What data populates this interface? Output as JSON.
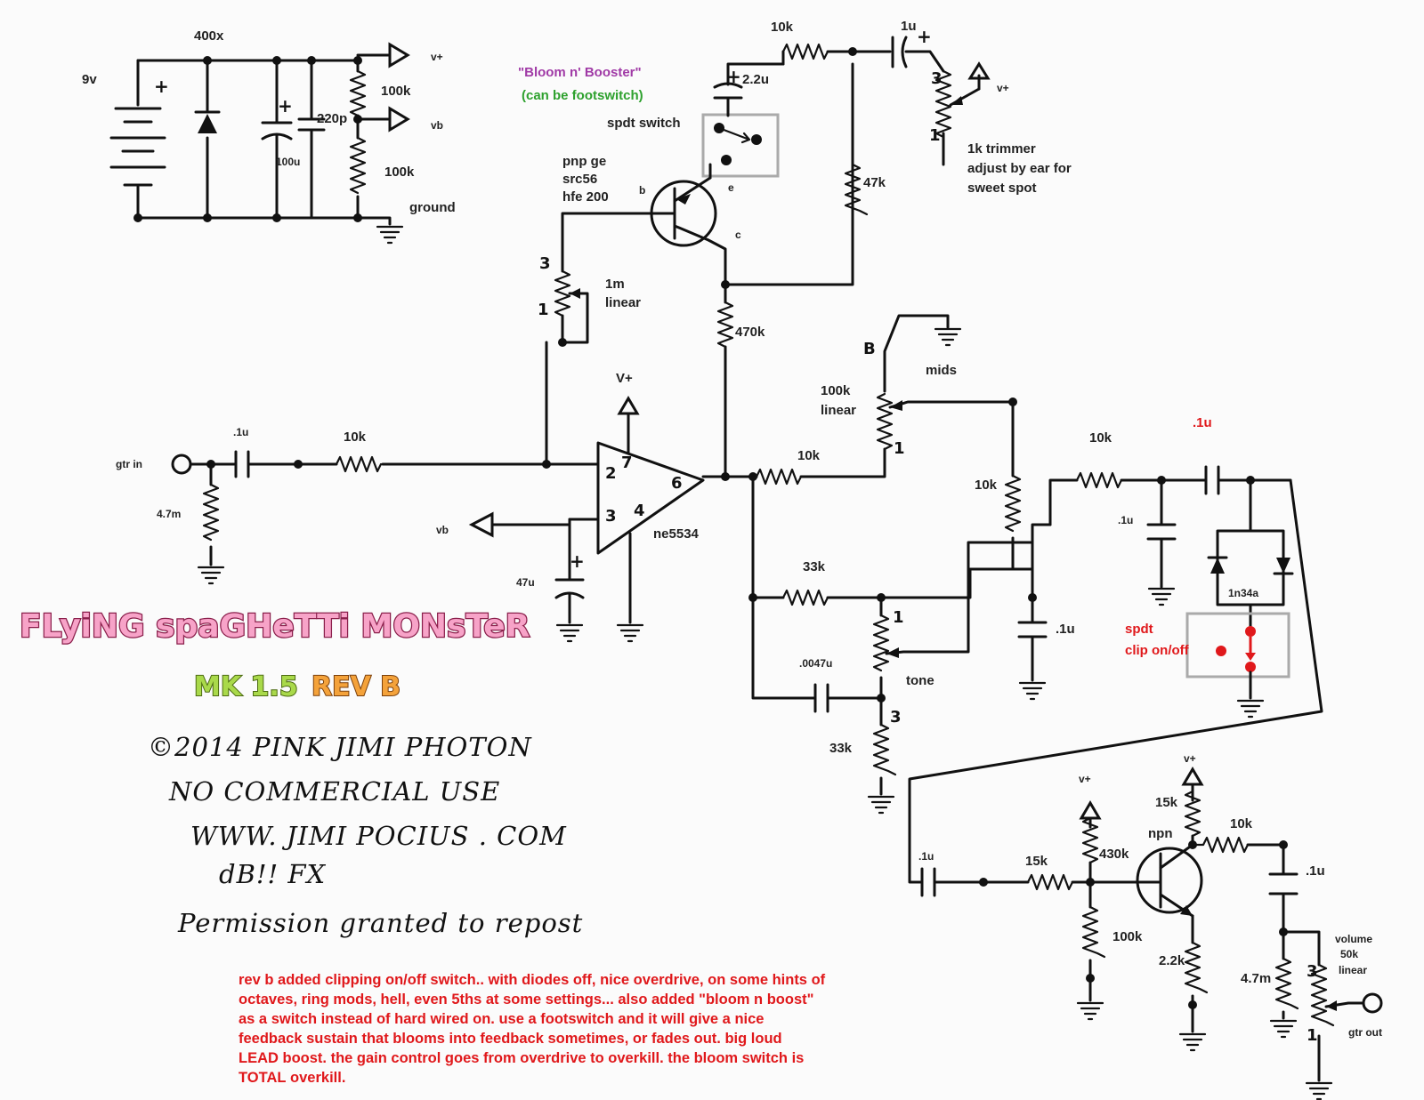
{
  "title": {
    "line1": "FLyiNG spaGHeTTi MONsTeR",
    "mk": "MK 1.5",
    "rev": "REV B"
  },
  "credits": {
    "copyright": "©2014  PINK JIMI PHOTON",
    "line2": "NO COMMERCIAL USE",
    "line3": "WWW. JIMI POCIUS . COM",
    "line4": "dB!! FX",
    "line5": "Permission  granted  to  repost"
  },
  "power": {
    "battery": "9v",
    "diode": "400x",
    "cap1": "100u",
    "cap2": "220p",
    "r1": "100k",
    "r2": "100k",
    "vplus": "v+",
    "vb": "vb",
    "ground": "ground"
  },
  "bloom": {
    "title": "\"Bloom n' Booster\"",
    "subtitle": "(can be footswitch)",
    "switch": "spdt switch",
    "transistor_l1": "pnp ge",
    "transistor_l2": "src56",
    "transistor_l3": "hfe 200",
    "pin_b": "b",
    "pin_e": "e",
    "pin_c": "c",
    "cap_2u2": "2.2u",
    "res_top": "10k",
    "cap_1u": "1u",
    "res_47k": "47k",
    "trim_label_1": "1k trimmer",
    "trim_label_2": "adjust by ear for",
    "trim_label_3": "sweet spot",
    "trim_vplus": "v+",
    "trim_pin3": "3",
    "trim_pin1": "1"
  },
  "input": {
    "jack": "gtr in",
    "cap": ".1u",
    "res": "10k",
    "pulldown": "4.7m",
    "gain_pot": "1m",
    "gain_pot2": "linear",
    "pin3": "3",
    "pin1": "1",
    "res_470k": "470k"
  },
  "opamp": {
    "name": "ne5534",
    "vplus": "V+",
    "vb": "vb",
    "cap": "47u",
    "p2": "2",
    "p7": "7",
    "p3": "3",
    "p4": "4",
    "p6": "6"
  },
  "tone": {
    "mids_pot": "100k",
    "mids_pot2": "linear",
    "mids": "mids",
    "r10k_a": "10k",
    "r10k_b": "10k",
    "r33k_a": "33k",
    "r33k_b": "33k",
    "cap_0047": ".0047u",
    "cap_1u": ".1u",
    "tone": "tone",
    "pB": "B",
    "p1a": "1",
    "p1b": "1",
    "p3": "3"
  },
  "clip": {
    "res": "10k",
    "cap_top": ".1u",
    "cap_shunt": ".1u",
    "diodes": "1n34a",
    "switch_l1": "spdt",
    "switch_l2": "clip on/off"
  },
  "output": {
    "cap_in": ".1u",
    "r15k": "15k",
    "r430k": "430k",
    "r100k": "100k",
    "npn": "npn",
    "r15k_c": "15k",
    "r10k": "10k",
    "r22k": "2.2k",
    "cap_out": ".1u",
    "r47m": "4.7m",
    "vol_l1": "volume",
    "vol_l2": "50k",
    "vol_l3": "linear",
    "jack": "gtr out",
    "vplus_a": "v+",
    "vplus_b": "v+",
    "p3": "3",
    "p1": "1"
  },
  "notes": {
    "p1": "rev b added clipping on/off switch.. with diodes off, nice overdrive, on some hints of octaves, ring mods, hell, even 5ths at some settings... also added \"bloom n boost\" as a switch instead of hard wired on. use a footswitch and it will give a nice feedback sustain that blooms into feedback sometimes, or fades out. big loud ",
    "lead": "LEAD",
    "p2": " boost. the gain control goes from overdrive to overkill. the bloom switch is ",
    "total": "TOTAL",
    "p3": " overkill."
  },
  "colors": {
    "note_red": "#e0181b",
    "bloom_purple": "#a03aa6",
    "bloom_green": "#2ea12e",
    "title_pink": "#f7a3c8",
    "mk_green": "#a9d94a",
    "rev_orange": "#f4a23a"
  }
}
